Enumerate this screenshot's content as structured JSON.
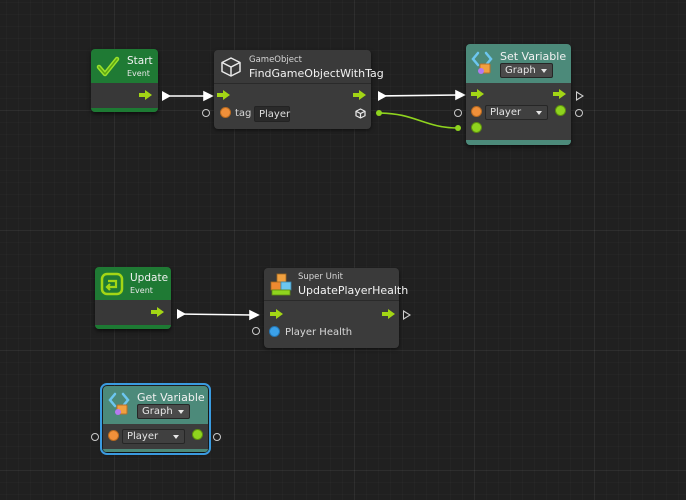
{
  "nodes": {
    "start": {
      "title": "Start",
      "subtitle": "Event"
    },
    "find": {
      "kind": "GameObject",
      "title": "FindGameObjectWithTag",
      "param_label": "tag",
      "param_value": "Player"
    },
    "set_var": {
      "title": "Set Variable",
      "scope": "Graph",
      "variable": "Player"
    },
    "update": {
      "title": "Update",
      "subtitle": "Event"
    },
    "super_unit": {
      "kind": "Super Unit",
      "title": "UpdatePlayerHealth",
      "input_label": "Player Health"
    },
    "get_var": {
      "title": "Get Variable",
      "scope": "Graph",
      "variable": "Player"
    }
  },
  "colors": {
    "event_header": "#1f7a34",
    "variable_header": "#4c8a7a",
    "control_port": "#a3d615",
    "value_port_object": "#f0903a",
    "value_port_float": "#3ba1ea",
    "value_port_output": "#8fd41e",
    "selection_outline": "#3a9be0"
  },
  "icons": {
    "start": "checkmark-icon",
    "update": "loop-arrow-icon",
    "find": "cube-icon",
    "set_var": "variable-icon",
    "super_unit": "boxes-icon",
    "get_var": "variable-icon"
  }
}
